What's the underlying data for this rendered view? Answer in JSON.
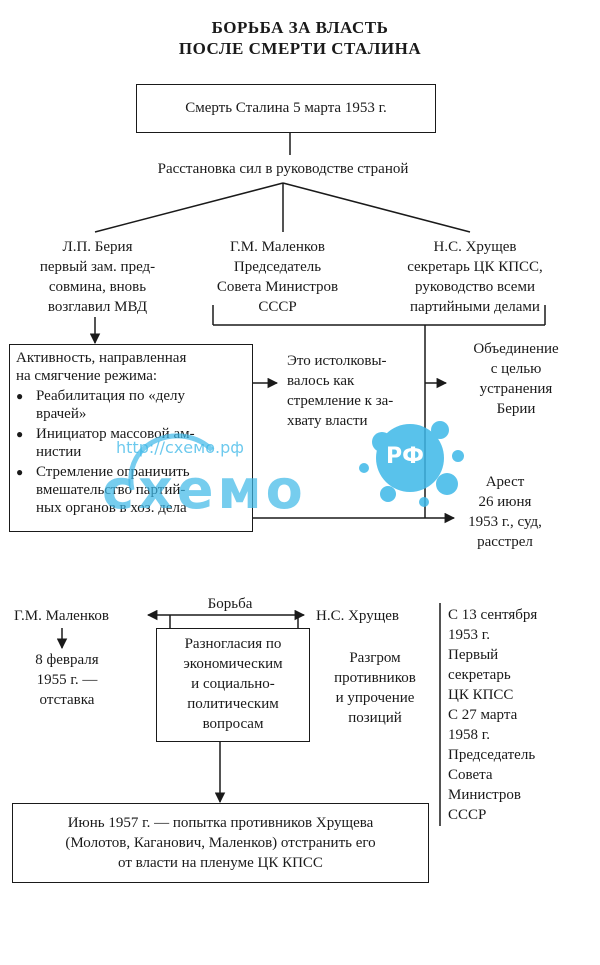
{
  "title": {
    "line1": "БОРЬБА ЗА ВЛАСТЬ",
    "line2": "ПОСЛЕ СМЕРТИ СТАЛИНА"
  },
  "death_box": "Смерть Сталина 5 марта 1953 г.",
  "alignment": "Расстановка сил в руководстве страной",
  "beria": {
    "line1": "Л.П. Берия",
    "line2": "первый зам. пред-",
    "line3": "совмина, вновь",
    "line4": "возглавил МВД"
  },
  "malenkov_top": {
    "line1": "Г.М. Маленков",
    "line2": "Председатель",
    "line3": "Совета Министров",
    "line4": "СССР"
  },
  "khrushchev_top": {
    "line1": "Н.С. Хрущев",
    "line2": "секретарь ЦК КПСС,",
    "line3": "руководство всеми",
    "line4": "партийными делами"
  },
  "activity_box": {
    "heading1": "Активность, направленная",
    "heading2": "на смягчение режима:",
    "items": [
      {
        "l1": "Реабилитация по «делу",
        "l2": "врачей»"
      },
      {
        "l1": "Инициатор массовой ам-",
        "l2": "нистии"
      },
      {
        "l1": "Стремление ограничить",
        "l2": "вмешательство партий-",
        "l3": "ных органов в хоз. дела"
      }
    ]
  },
  "interpretation": {
    "line1": "Это истолковы-",
    "line2": "валось как",
    "line3": "стремление к за-",
    "line4": "хвату власти"
  },
  "union": {
    "line1": "Объединение",
    "line2": "с целью",
    "line3": "устранения",
    "line4": "Берии"
  },
  "arrest": {
    "line1": "Арест",
    "line2": "26 июня",
    "line3": "1953 г., суд,",
    "line4": "расстрел"
  },
  "struggle": "Борьба",
  "malenkov_bottom": "Г.М. Маленков",
  "khrushchev_bottom": "Н.С. Хрущев",
  "resignation": {
    "line1": "8 февраля",
    "line2": "1955 г. —",
    "line3": "отставка"
  },
  "disagreements": {
    "line1": "Разногласия по",
    "line2": "экономическим",
    "line3": "и социально-",
    "line4": "политическим",
    "line5": "вопросам"
  },
  "rout": {
    "line1": "Разгром",
    "line2": "противников",
    "line3": "и упрочение",
    "line4": "позиций"
  },
  "posts": {
    "line1": "С 13 сентября",
    "line2": "1953 г.",
    "line3": "Первый",
    "line4": "секретарь",
    "line5": "ЦК КПСС",
    "line6": "С 27 марта",
    "line7": "1958 г.",
    "line8": "Председатель",
    "line9": "Совета",
    "line10": "Министров",
    "line11": "СССР"
  },
  "june_box": {
    "line1": "Июнь 1957 г. — попытка противников Хрущева",
    "line2": "(Молотов, Каганович, Маленков) отстранить его",
    "line3": "от власти на пленуме ЦК КПСС"
  },
  "watermark": {
    "url": "http://схемо.рф",
    "logo": "схемо",
    "badge": "РФ"
  },
  "colors": {
    "ink": "#1a1a1a",
    "watermark": "#3db8e8"
  }
}
